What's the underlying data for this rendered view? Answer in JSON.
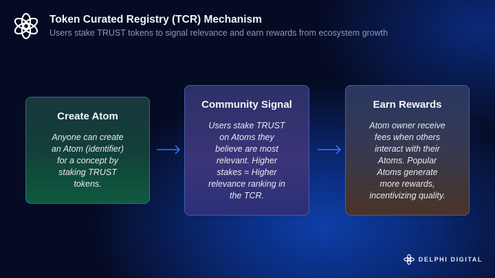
{
  "header": {
    "title": "Token Curated Registry (TCR) Mechanism",
    "subtitle": "Users stake TRUST tokens to signal relevance and earn rewards from ecosystem growth"
  },
  "cards": [
    {
      "title": "Create Atom",
      "lines": [
        "Anyone can create",
        "an Atom (identifier)",
        "for a concept by",
        "staking TRUST",
        "tokens."
      ]
    },
    {
      "title": "Community Signal",
      "lines": [
        "Users stake TRUST",
        "on Atoms  they",
        "believe are most",
        "relevant. Higher",
        "stakes = Higher",
        "relevance ranking in",
        "the TCR."
      ]
    },
    {
      "title": "Earn Rewards",
      "lines": [
        "Atom owner receive",
        "fees when others",
        "interact with their",
        "Atoms. Popular",
        "Atoms generate",
        "more rewards,",
        "incentivizing quality."
      ]
    }
  ],
  "brand": {
    "name": "DELPHI DIGITAL"
  },
  "colors": {
    "arrow": "#2f7bff",
    "border": "#5a82e6"
  }
}
